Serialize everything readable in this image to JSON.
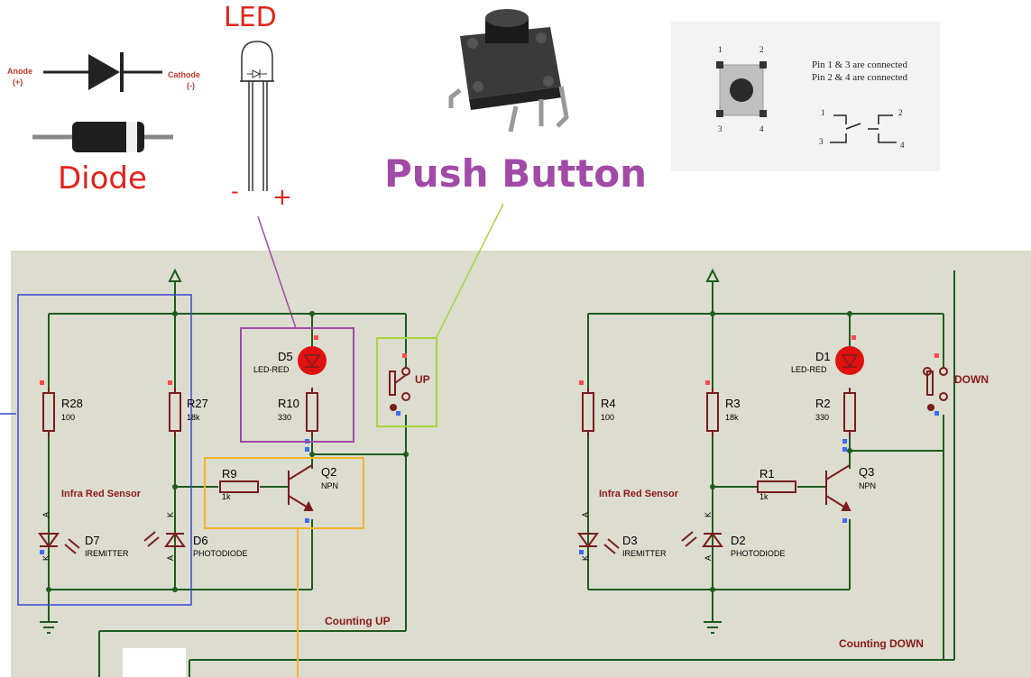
{
  "diode_panel": {
    "anode_label": "Anode",
    "anode_sign": "(+)",
    "cathode_label": "Cathode",
    "cathode_sign": "(-)",
    "title": "Diode"
  },
  "led_panel": {
    "title": "LED",
    "minus": "-",
    "plus": "+"
  },
  "push_button_panel": {
    "title": "Push Button"
  },
  "pinout_panel": {
    "pin1": "1",
    "pin2": "2",
    "pin3": "3",
    "pin4": "4",
    "note_line1": "Pin 1 & 3 are connected",
    "note_line2": "Pin 2 & 4 are connected",
    "sym_pin1": "1",
    "sym_pin2": "2",
    "sym_pin3": "3",
    "sym_pin4": "4"
  },
  "schematic": {
    "colors": {
      "wire": "#1f5c1f",
      "component": "#7a1d1d",
      "led_red": "#e0110f",
      "background": "#dcdccf",
      "blue_box": "#3b46d4",
      "purple_box": "#a24aa8",
      "lime_box": "#a6d63c",
      "yellow_box": "#f2b42c"
    },
    "left": {
      "r28": "R28",
      "r28_val": "100",
      "r27": "R27",
      "r27_val": "18k",
      "d5": "D5",
      "d5_type": "LED-RED",
      "r10": "R10",
      "r10_val": "330",
      "r9": "R9",
      "r9_val": "1k",
      "q2": "Q2",
      "q2_type": "NPN",
      "switch_label": "UP",
      "sensor_label": "Infra Red Sensor",
      "d7": "D7",
      "d7_type": "IREMITTER",
      "d6": "D6",
      "d6_type": "PHOTODIODE",
      "pin_a1": "A",
      "pin_k1": "K",
      "pin_k2": "K",
      "pin_a2": "A",
      "counting_label": "Counting UP"
    },
    "right": {
      "r4": "R4",
      "r4_val": "100",
      "r3": "R3",
      "r3_val": "18k",
      "d1": "D1",
      "d1_type": "LED-RED",
      "r2": "R2",
      "r2_val": "330",
      "r1": "R1",
      "r1_val": "1k",
      "q3": "Q3",
      "q3_type": "NPN",
      "switch_label": "DOWN",
      "sensor_label": "Infra Red Sensor",
      "d3": "D3",
      "d3_type": "IREMITTER",
      "d2": "D2",
      "d2_type": "PHOTODIODE",
      "pin_a1": "A",
      "pin_k1": "K",
      "pin_k2": "K",
      "pin_a2": "A",
      "counting_label": "Counting DOWN"
    }
  }
}
